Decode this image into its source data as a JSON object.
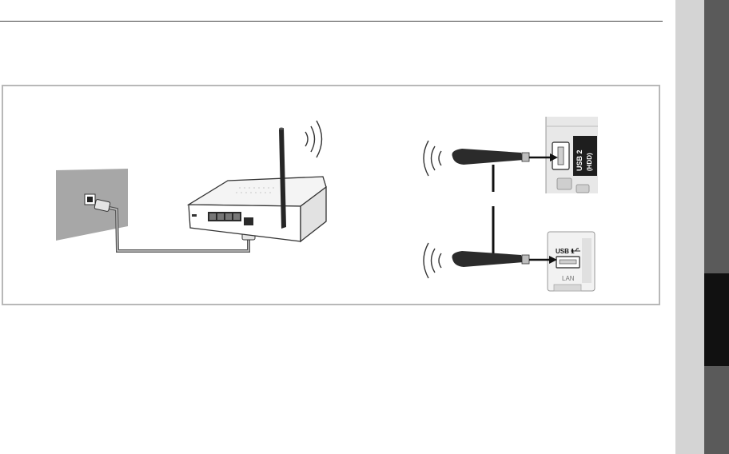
{
  "ports": {
    "usb2_label": "USB 2",
    "usb2_sub": "(HDD)",
    "usb1_label": "USB 1",
    "lan_label": "LAN"
  },
  "icons": [
    "wall-socket-icon",
    "router-icon",
    "wireless-adapter-icon",
    "usb-symbol-icon",
    "wifi-waves-icon"
  ],
  "colors": {
    "frame_border": "#b8b8b8",
    "tab_dark": "#111111",
    "tab_mid": "#5a5a5a",
    "tab_light": "#d4d4d4",
    "cable": "#555555"
  }
}
